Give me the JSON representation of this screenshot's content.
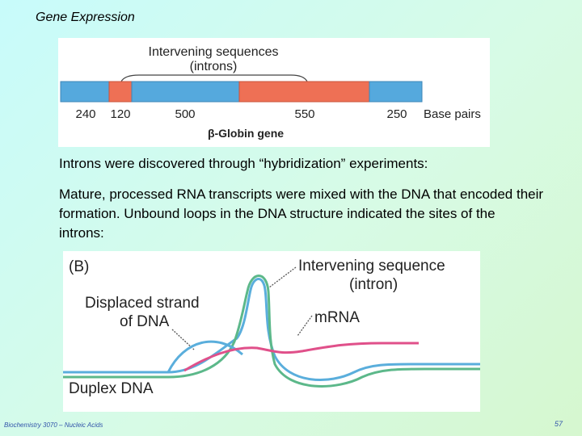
{
  "slide": {
    "title": "Gene Expression",
    "paragraph1": "Introns were discovered through “hybridization” experiments:",
    "paragraph2": "Mature, processed RNA transcripts were mixed with the DNA that encoded their formation.  Unbound loops in the DNA structure indicated the sites of the introns:",
    "footer": "Biochemistry 3070 – Nucleic Acids",
    "page_number": "57"
  },
  "figure_a": {
    "header_line1": "Intervening sequences",
    "header_line2": "(introns)",
    "segments": [
      {
        "label": "240",
        "kind": "exon",
        "color": "#55a9dd"
      },
      {
        "label": "120",
        "kind": "intron",
        "color": "#ee7055"
      },
      {
        "label": "500",
        "kind": "exon",
        "color": "#55a9dd"
      },
      {
        "label": "550",
        "kind": "intron",
        "color": "#ee7055"
      },
      {
        "label": "250",
        "kind": "exon",
        "color": "#55a9dd"
      }
    ],
    "unit_label": "Base pairs",
    "gene_label": "β-Globin gene"
  },
  "figure_b": {
    "panel_label": "(B)",
    "intron_label_line1": "Intervening sequence",
    "intron_label_line2": "(intron)",
    "displaced_label_line1": "Displaced strand",
    "displaced_label_line2": "of DNA",
    "mrna_label": "mRNA",
    "duplex_label": "Duplex DNA",
    "colors": {
      "strand_blue": "#5aaedc",
      "strand_green": "#5cb88a",
      "mrna_pink": "#e0508a"
    }
  }
}
